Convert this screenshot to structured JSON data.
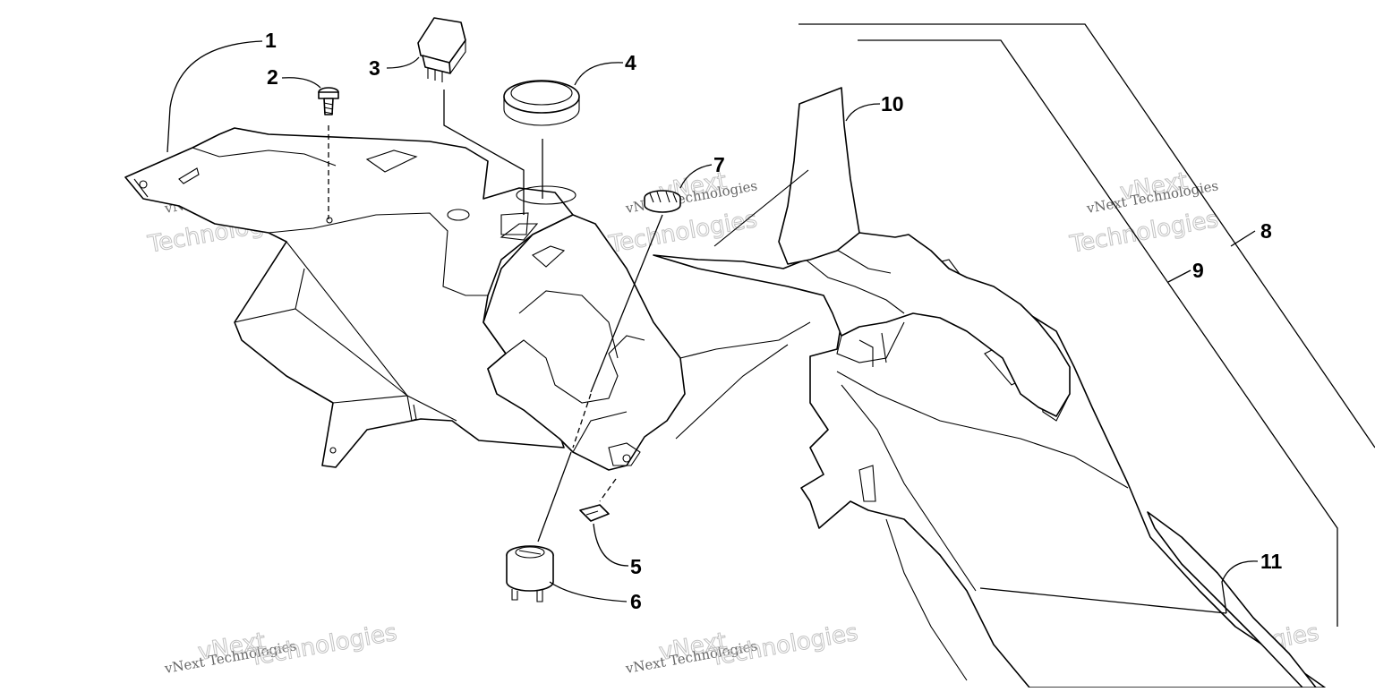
{
  "callouts": [
    {
      "id": "1",
      "label": "1"
    },
    {
      "id": "2",
      "label": "2"
    },
    {
      "id": "3",
      "label": "3"
    },
    {
      "id": "4",
      "label": "4"
    },
    {
      "id": "5",
      "label": "5"
    },
    {
      "id": "6",
      "label": "6"
    },
    {
      "id": "7",
      "label": "7"
    },
    {
      "id": "8",
      "label": "8"
    },
    {
      "id": "9",
      "label": "9"
    },
    {
      "id": "10",
      "label": "10"
    },
    {
      "id": "11",
      "label": "11"
    }
  ],
  "watermark": {
    "line1": "vNext Technologies",
    "line2a": "vNext",
    "line2b": "Technologies"
  },
  "colors": {
    "ink": "#000000",
    "background": "#ffffff",
    "watermark": "#999999"
  }
}
